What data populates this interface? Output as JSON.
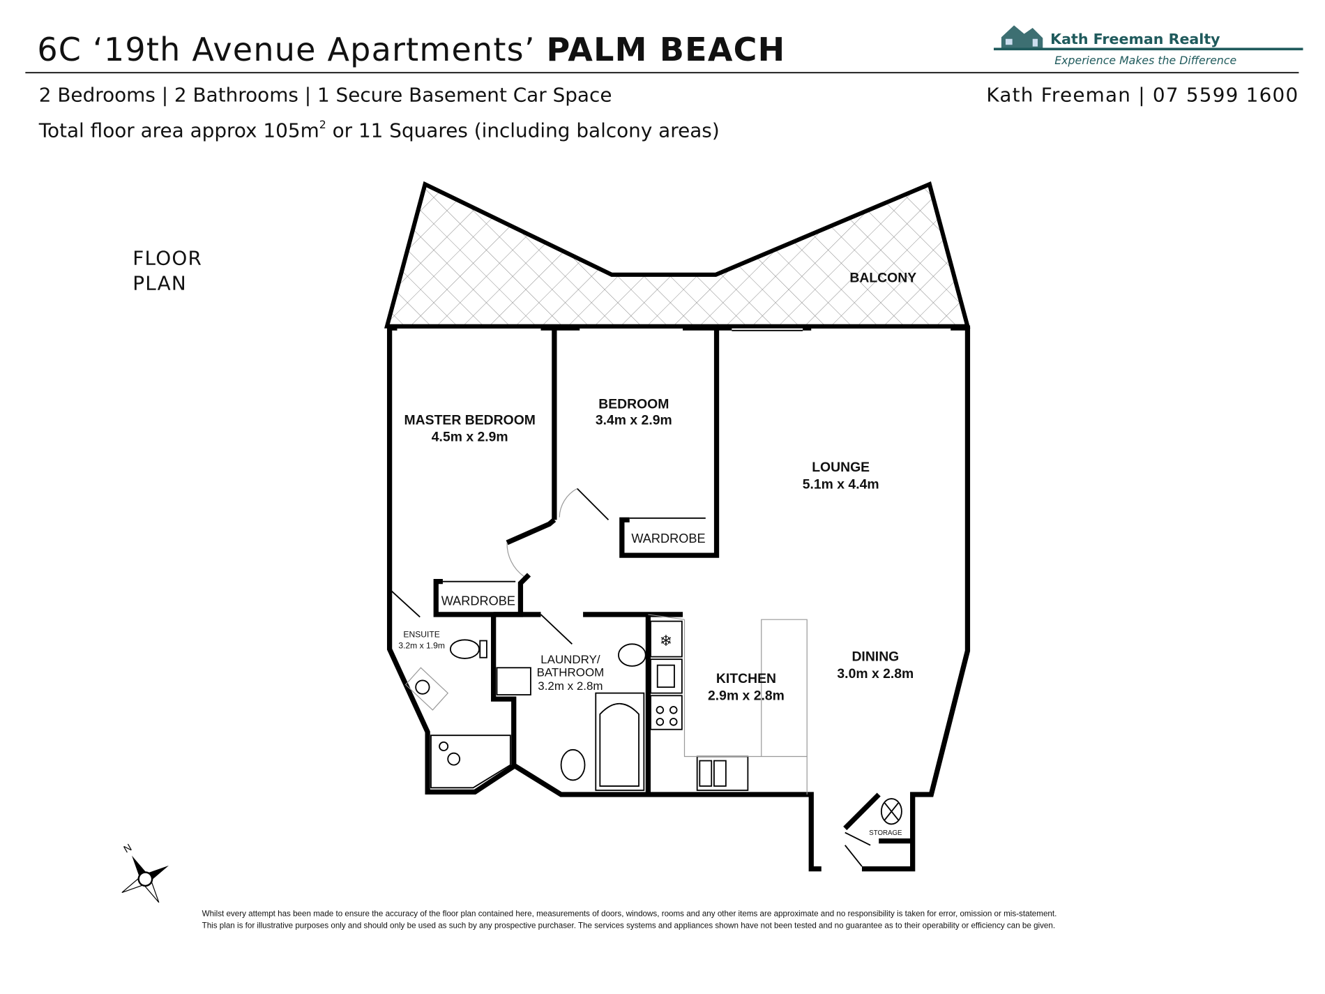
{
  "header": {
    "title_prefix": "6C ‘19th Avenue Apartments’",
    "title_suburb": "PALM BEACH",
    "features": "2 Bedrooms | 2 Bathrooms | 1 Secure Basement Car Space",
    "area_prefix": "Total floor area approx 105m",
    "area_sup": "2",
    "area_suffix": " or 11 Squares (including balcony areas)",
    "contact": "Kath Freeman | 07 5599 1600"
  },
  "logo": {
    "name": "Kath Freeman Realty",
    "tagline": "Experience Makes the Difference",
    "color": "#1f5a5c"
  },
  "plan": {
    "label_line1": "FLOOR",
    "label_line2": "PLAN",
    "rooms": {
      "balcony": "BALCONY",
      "master_bedroom": {
        "name": "MASTER BEDROOM",
        "size": "4.5m x 2.9m"
      },
      "bedroom": {
        "name": "BEDROOM",
        "size": "3.4m x 2.9m"
      },
      "lounge": {
        "name": "LOUNGE",
        "size": "5.1m x 4.4m"
      },
      "wardrobe_bed": "WARDROBE",
      "wardrobe_master": "WARDROBE",
      "ensuite": {
        "name": "ENSUITE",
        "size": "3.2m x 1.9m"
      },
      "laundry": {
        "name1": "LAUNDRY/",
        "name2": "BATHROOM",
        "size": "3.2m x 2.8m"
      },
      "kitchen": {
        "name": "KITCHEN",
        "size": "2.9m x 2.8m"
      },
      "dining": {
        "name": "DINING",
        "size": "3.0m x 2.8m"
      },
      "storage": "STORAGE"
    },
    "compass_label": "N"
  },
  "disclaimer": {
    "line1": "Whilst every attempt has been made to ensure the accuracy of the floor plan contained here, measurements of doors, windows, rooms and any other items are approximate and no responsibility is taken for error, omission or mis-statement.",
    "line2": "This plan is for illustrative purposes only and should only be used as such by any prospective purchaser. The services systems and appliances shown have not been tested and no guarantee as to their operability or efficiency can be given."
  }
}
